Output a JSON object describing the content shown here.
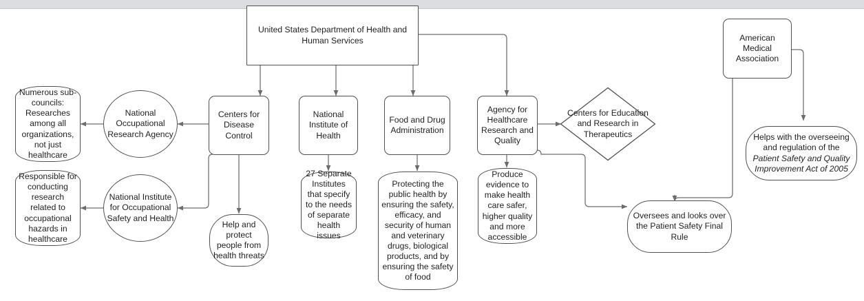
{
  "diagram": {
    "type": "flowchart",
    "title": "United States Department of Health and Human Services organizational flowchart",
    "background_color": "#ffffff",
    "node_border_color": "#4f5054",
    "edge_color": "#6b6c70",
    "topbar_color": "#dcdde0"
  },
  "nodes": {
    "hhs": {
      "label": "United States Department of Health and Human Services",
      "shape": "rectangle"
    },
    "cdc": {
      "label": "Centers for Disease Control",
      "shape": "rounded-rectangle"
    },
    "nih": {
      "label": "National Institute of Health",
      "shape": "rounded-rectangle"
    },
    "fda": {
      "label": "Food and Drug Administration",
      "shape": "rounded-rectangle"
    },
    "ahrq": {
      "label": "Agency for Healthcare Research and Quality",
      "shape": "rounded-rectangle"
    },
    "cert": {
      "label": "Centers for Education and Research in Therapeutics",
      "shape": "diamond"
    },
    "ama": {
      "label": "American Medical Association",
      "shape": "rounded-rectangle"
    },
    "nora": {
      "label": "National Occupational Research Agency",
      "shape": "ellipse"
    },
    "niosh": {
      "label": "National Institute for Occupational Safety and Health",
      "shape": "ellipse"
    },
    "subcouncils": {
      "label": "Numerous sub-councils: Researches among all organizations, not just healthcare",
      "shape": "stadium"
    },
    "responsible": {
      "label": "Responsible for conducting research related to occupational hazards in healthcare",
      "shape": "stadium"
    },
    "cdc_child": {
      "label": "Help and protect people from health threats",
      "shape": "stadium"
    },
    "nih_child": {
      "label": "27 Separate Institutes that specify to the needs of separate health issues",
      "shape": "stadium"
    },
    "fda_child": {
      "label": "Protecting the public health by ensuring the safety, efficacy, and security of human and veterinary drugs, biological products, and by ensuring the safety of food",
      "shape": "stadium"
    },
    "ahrq_child": {
      "label": "Produce evidence to make health care safer, higher quality and more accessible",
      "shape": "stadium"
    },
    "oversees": {
      "label": "Oversees and looks over the Patient Safety Final Rule",
      "shape": "stadium"
    },
    "helps": {
      "label_part1": "Helps with the overseeing and regulation of the ",
      "label_italic": "Patient Safety and Quality Improvement Act of 2005",
      "shape": "rounded-rectangle"
    }
  },
  "edges": [
    {
      "from": "hhs",
      "to": "cdc",
      "arrow": true
    },
    {
      "from": "hhs",
      "to": "nih",
      "arrow": true
    },
    {
      "from": "hhs",
      "to": "fda",
      "arrow": true
    },
    {
      "from": "hhs",
      "to": "ahrq",
      "arrow": true
    },
    {
      "from": "cdc",
      "to": "nora",
      "arrow": true
    },
    {
      "from": "cdc",
      "to": "niosh",
      "arrow": true
    },
    {
      "from": "cdc",
      "to": "cdc_child",
      "arrow": true
    },
    {
      "from": "nora",
      "to": "subcouncils",
      "arrow": true
    },
    {
      "from": "niosh",
      "to": "responsible",
      "arrow": true
    },
    {
      "from": "nih",
      "to": "nih_child",
      "arrow": true
    },
    {
      "from": "fda",
      "to": "fda_child",
      "arrow": true
    },
    {
      "from": "ahrq",
      "to": "ahrq_child",
      "arrow": true
    },
    {
      "from": "ahrq",
      "to": "cert",
      "arrow": true
    },
    {
      "from": "ahrq",
      "to": "oversees",
      "arrow": true
    },
    {
      "from": "ama",
      "to": "oversees",
      "arrow": true
    },
    {
      "from": "ama",
      "to": "helps",
      "arrow": true
    }
  ]
}
